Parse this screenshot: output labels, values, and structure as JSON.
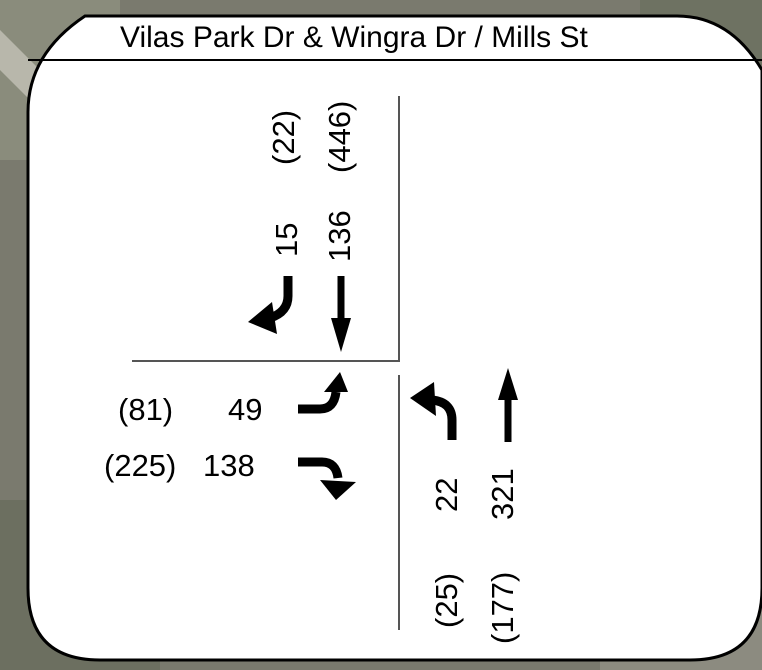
{
  "title": "Vilas Park Dr & Wingra Dr / Mills St",
  "colors": {
    "card": "#ffffff",
    "border": "#000000",
    "aerial_bg": "#7a7a6e",
    "arrow": "#000000"
  },
  "icons": [
    "left-turn-arrow-icon",
    "through-arrow-icon",
    "right-turn-arrow-icon"
  ],
  "southbound": {
    "left_pm": "(22)",
    "through_pm": "(446)",
    "left_am": "15",
    "through_am": "136"
  },
  "eastbound": {
    "left_pm": "(81)",
    "left_am": "49",
    "right_pm": "(225)",
    "right_am": "138"
  },
  "northbound": {
    "left_am": "22",
    "through_am": "321",
    "left_pm": "(25)",
    "through_pm": "(177)"
  }
}
